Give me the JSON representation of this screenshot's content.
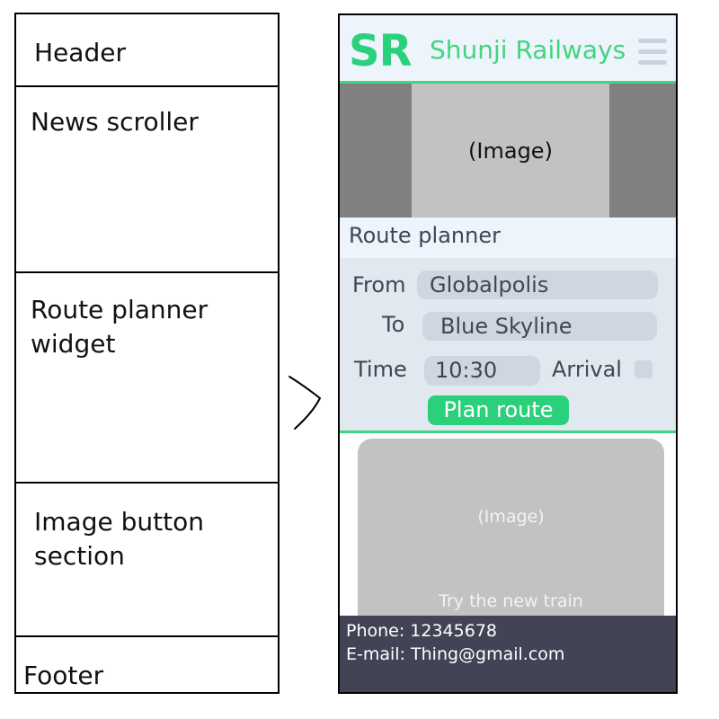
{
  "wireframe": {
    "sections": [
      {
        "id": "header",
        "label": "Header"
      },
      {
        "id": "news",
        "label": "News scroller"
      },
      {
        "id": "route",
        "label": "Route planner\nwidget"
      },
      {
        "id": "image-button",
        "label": "Image button\nsection"
      },
      {
        "id": "footer",
        "label": "Footer"
      }
    ]
  },
  "mockup": {
    "header": {
      "logo": "SR",
      "brand": "Shunji Railways",
      "menu_icon": "hamburger-menu-icon"
    },
    "news": {
      "image_placeholder": "(Image)"
    },
    "route_planner": {
      "title": "Route planner",
      "from_label": "From",
      "from_value": "Globalpolis",
      "to_label": "To",
      "to_value": "Blue Skyline",
      "time_label": "Time",
      "time_value": "10:30",
      "arrival_label": "Arrival",
      "submit_label": "Plan route"
    },
    "promo": {
      "image_placeholder": "(Image)",
      "caption": "Try the new train"
    },
    "footer": {
      "phone": "Phone: 12345678",
      "email": "E-mail: Thing@gmail.com"
    }
  },
  "colors": {
    "accent": "#2bd07a",
    "header_bg": "#eef4fc",
    "planner_bg": "#e2e8ef",
    "field_bg": "#cfd6e1",
    "image_grey": "#c2c2c2",
    "banner_dark_grey": "#808080",
    "footer_bg": "#424456"
  }
}
